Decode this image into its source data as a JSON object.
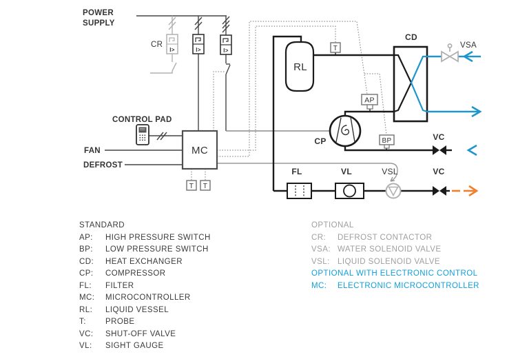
{
  "labels": {
    "power_supply_line1": "POWER",
    "power_supply_line2": "SUPPLY",
    "control_pad": "CONTROL PAD",
    "fan": "FAN",
    "defrost": "DEFROST",
    "cr": "CR",
    "i_gt": "I>",
    "mc": "MC",
    "rl": "RL",
    "cd": "CD",
    "cp": "CP",
    "ap": "AP",
    "bp": "BP",
    "t": "T",
    "fl": "FL",
    "vl": "VL",
    "vsl": "VSL",
    "vsa": "VSA",
    "vc_top": "VC",
    "vc_bottom": "VC"
  },
  "legend_standard": {
    "title": "STANDARD",
    "items": [
      {
        "term": "AP:",
        "desc": "HIGH PRESSURE SWITCH"
      },
      {
        "term": "BP:",
        "desc": "LOW PRESSURE SWITCH"
      },
      {
        "term": "CD:",
        "desc": "HEAT EXCHANGER"
      },
      {
        "term": "CP:",
        "desc": "COMPRESSOR"
      },
      {
        "term": "FL:",
        "desc": "FILTER"
      },
      {
        "term": "MC:",
        "desc": "MICROCONTROLLER"
      },
      {
        "term": "RL:",
        "desc": "LIQUID VESSEL"
      },
      {
        "term": "T:",
        "desc": "PROBE"
      },
      {
        "term": "VC:",
        "desc": "SHUT-OFF VALVE"
      },
      {
        "term": "VL:",
        "desc": "SIGHT GAUGE"
      }
    ]
  },
  "legend_optional": {
    "title": "OPTIONAL",
    "items": [
      {
        "term": "CR:",
        "desc": "DEFROST CONTACTOR"
      },
      {
        "term": "VSA:",
        "desc": "WATER SOLENOID VALVE"
      },
      {
        "term": "VSL:",
        "desc": "LIQUID SOLENOID VALVE"
      }
    ]
  },
  "legend_electronic": {
    "title": "OPTIONAL WITH ELECTRONIC CONTROL",
    "items": [
      {
        "term": "MC:",
        "desc": "ELECTRONIC MICROCONTROLLER"
      }
    ]
  },
  "colors": {
    "pipe_black": "#1a1a1a",
    "wire_dark": "#444444",
    "wire_compressor_feed": "#8a8a8a",
    "dotted_control": "#8f8f8f",
    "optional_gray": "#b0b0b0",
    "legend_gray": "#9f9f9f",
    "water_blue": "#1e95cc",
    "legend_blue": "#12a0d8",
    "liquid_out_orange": "#ef7f2c"
  }
}
